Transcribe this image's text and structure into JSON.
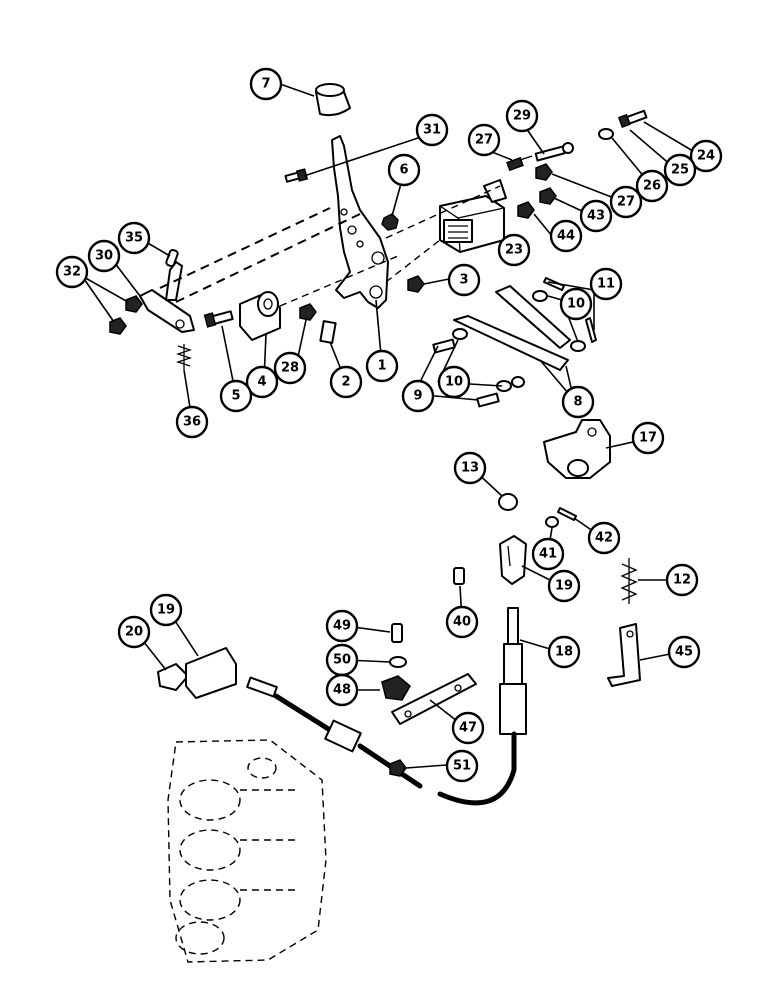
{
  "callouts": [
    {
      "id": "c7",
      "label": "7"
    },
    {
      "id": "c31",
      "label": "31"
    },
    {
      "id": "c6",
      "label": "6"
    },
    {
      "id": "c27a",
      "label": "27"
    },
    {
      "id": "c29",
      "label": "29"
    },
    {
      "id": "c24",
      "label": "24"
    },
    {
      "id": "c25",
      "label": "25"
    },
    {
      "id": "c26",
      "label": "26"
    },
    {
      "id": "c27b",
      "label": "27"
    },
    {
      "id": "c43",
      "label": "43"
    },
    {
      "id": "c44",
      "label": "44"
    },
    {
      "id": "c23",
      "label": "23"
    },
    {
      "id": "c35",
      "label": "35"
    },
    {
      "id": "c30",
      "label": "30"
    },
    {
      "id": "c32",
      "label": "32"
    },
    {
      "id": "c3",
      "label": "3"
    },
    {
      "id": "c11",
      "label": "11"
    },
    {
      "id": "c10a",
      "label": "10"
    },
    {
      "id": "c28",
      "label": "28"
    },
    {
      "id": "c4",
      "label": "4"
    },
    {
      "id": "c5",
      "label": "5"
    },
    {
      "id": "c2",
      "label": "2"
    },
    {
      "id": "c1",
      "label": "1"
    },
    {
      "id": "c36",
      "label": "36"
    },
    {
      "id": "c10b",
      "label": "10"
    },
    {
      "id": "c9",
      "label": "9"
    },
    {
      "id": "c8",
      "label": "8"
    },
    {
      "id": "c17",
      "label": "17"
    },
    {
      "id": "c13",
      "label": "13"
    },
    {
      "id": "c42",
      "label": "42"
    },
    {
      "id": "c41",
      "label": "41"
    },
    {
      "id": "c19a",
      "label": "19"
    },
    {
      "id": "c12",
      "label": "12"
    },
    {
      "id": "c40",
      "label": "40"
    },
    {
      "id": "c18",
      "label": "18"
    },
    {
      "id": "c49",
      "label": "49"
    },
    {
      "id": "c45",
      "label": "45"
    },
    {
      "id": "c20",
      "label": "20"
    },
    {
      "id": "c19b",
      "label": "19"
    },
    {
      "id": "c50",
      "label": "50"
    },
    {
      "id": "c48",
      "label": "48"
    },
    {
      "id": "c47",
      "label": "47"
    },
    {
      "id": "c51",
      "label": "51"
    }
  ]
}
